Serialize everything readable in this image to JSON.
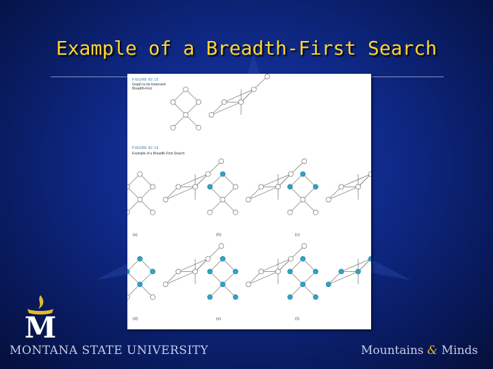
{
  "slide": {
    "title": "Example of a Breadth-First Search"
  },
  "figure_a": {
    "heading": "FIGURE 82.15",
    "caption": "Graph to be traversed\nBreadth-First"
  },
  "figure_b": {
    "heading": "FIGURE 82.16",
    "caption": "Example of a Breadth-First Search"
  },
  "panels": [
    "(a)",
    "(b)",
    "(c)",
    "(d)",
    "(e)",
    "(f)"
  ],
  "footer": {
    "university": "MONTANA STATE UNIVERSITY",
    "motto_left": "Mountains",
    "motto_amp": "&",
    "motto_right": "Minds",
    "logo_letter": "M"
  },
  "colors": {
    "title": "#ffd633",
    "visited_node": "#2fa4c9",
    "unvisited_node": "#ffffff"
  }
}
